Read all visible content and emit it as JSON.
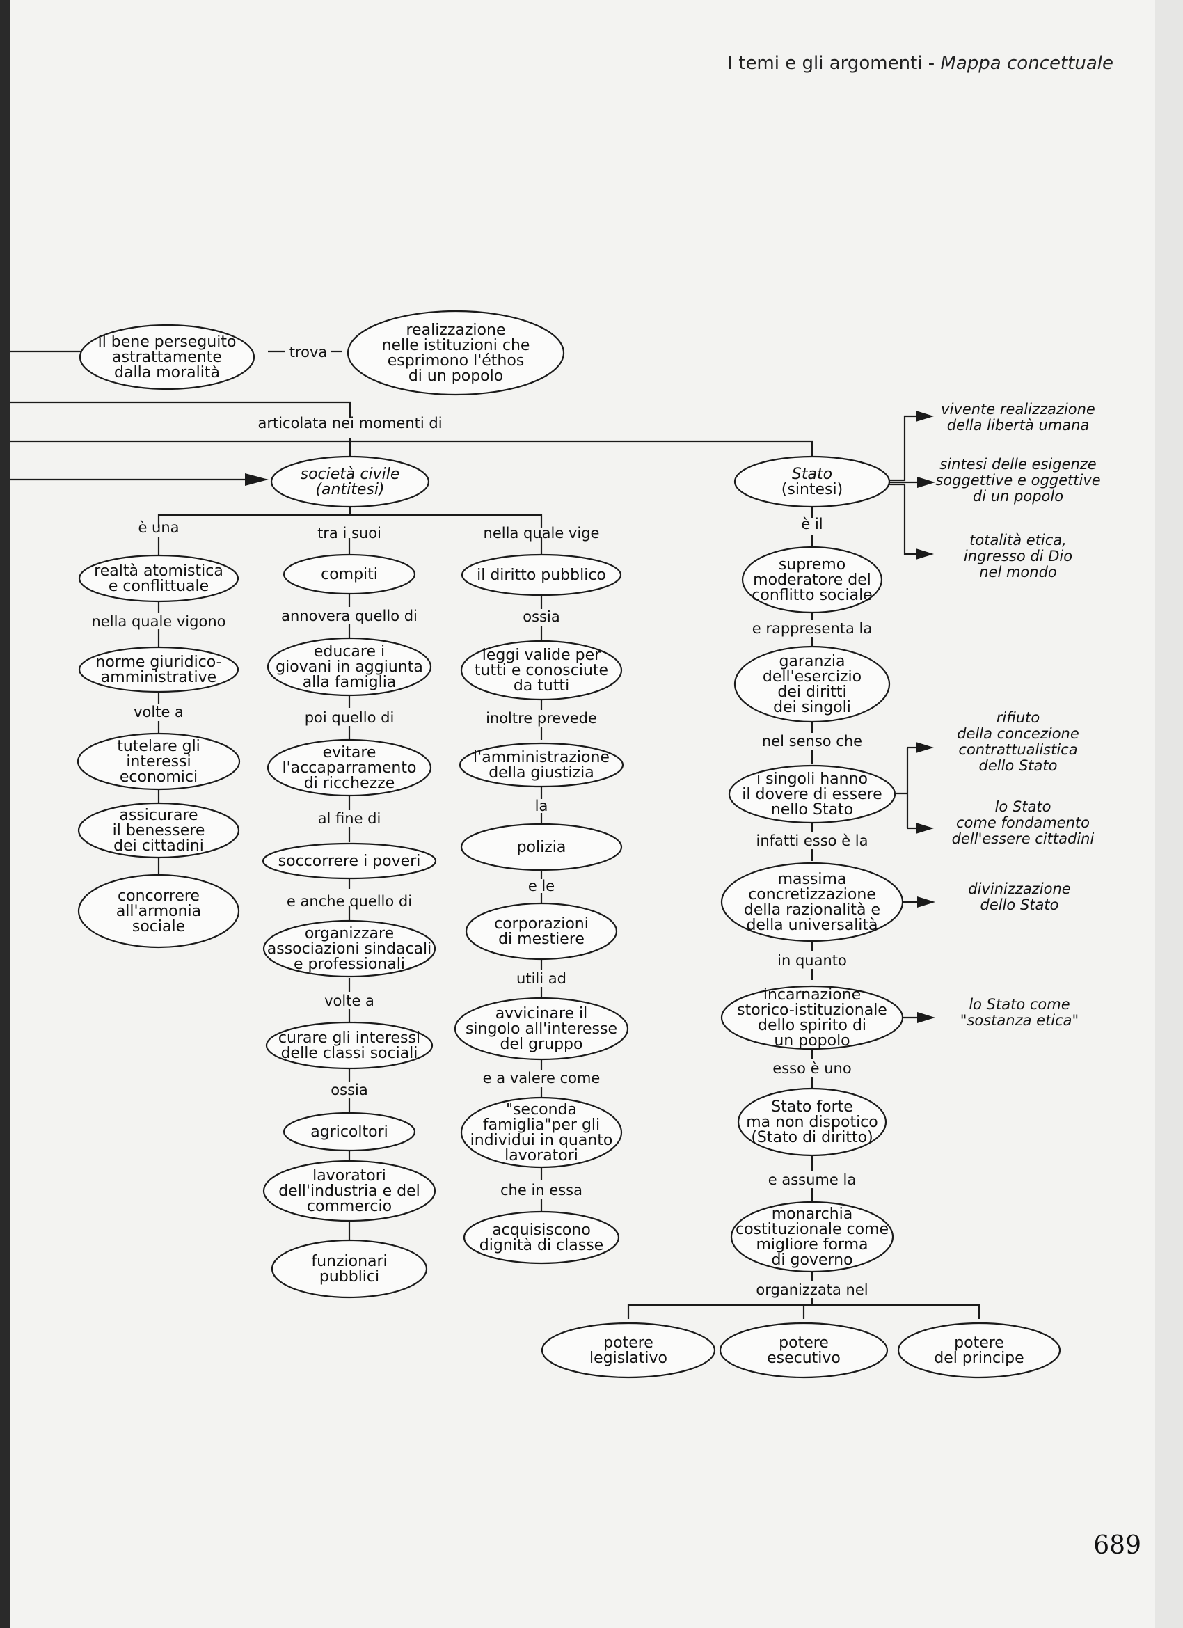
{
  "header": {
    "section": "I temi e gli argomenti - ",
    "section_italic": "Mappa concettuale"
  },
  "page_number": "689",
  "nodes": {
    "bene": [
      "il bene perseguito",
      "astrattamente",
      "dalla moralità"
    ],
    "realizzazione": [
      "realizzazione",
      "nelle istituzioni che",
      "esprimono l'éthos",
      "di un popolo"
    ],
    "societa": [
      "società civile",
      "(antitesi)"
    ],
    "stato": [
      "Stato",
      "(sintesi)"
    ],
    "realta": [
      "realtà atomistica",
      "e conflittuale"
    ],
    "norme": [
      "norme giuridico-",
      "amministrative"
    ],
    "tutelare": [
      "tutelare gli",
      "interessi",
      "economici"
    ],
    "assicurare": [
      "assicurare",
      "il benessere",
      "dei cittadini"
    ],
    "concorrere": [
      "concorrere",
      "all'armonia",
      "sociale"
    ],
    "compiti": [
      "compiti"
    ],
    "educare": [
      "educare i",
      "giovani in aggiunta",
      "alla famiglia"
    ],
    "evitare": [
      "evitare",
      "l'accaparramento",
      "di ricchezze"
    ],
    "soccorrere": [
      "soccorrere i poveri"
    ],
    "organizzare": [
      "organizzare",
      "associazioni sindacali",
      "e professionali"
    ],
    "curare": [
      "curare gli interessi",
      "delle classi sociali"
    ],
    "agricoltori": [
      "agricoltori"
    ],
    "lavoratori": [
      "lavoratori",
      "dell'industria e del",
      "commercio"
    ],
    "funzionari": [
      "funzionari",
      "pubblici"
    ],
    "diritto": [
      "il diritto pubblico"
    ],
    "leggi": [
      "leggi valide per",
      "tutti e conosciute",
      "da tutti"
    ],
    "amministrazione": [
      "l'amministrazione",
      "della giustizia"
    ],
    "polizia": [
      "polizia"
    ],
    "corporazioni": [
      "corporazioni",
      "di mestiere"
    ],
    "avvicinare": [
      "avvicinare il",
      "singolo all'interesse",
      "del gruppo"
    ],
    "seconda": [
      "\"seconda",
      "famiglia\"per gli",
      "individui in quanto",
      "lavoratori"
    ],
    "acquisiscono": [
      "acquisiscono",
      "dignità di classe"
    ],
    "supremo": [
      "supremo",
      "moderatore del",
      "conflitto sociale"
    ],
    "garanzia": [
      "garanzia",
      "dell'esercizio",
      "dei diritti",
      "dei singoli"
    ],
    "singoli": [
      "i singoli hanno",
      "il dovere di essere",
      "nello Stato"
    ],
    "massima": [
      "massima",
      "concretizzazione",
      "della razionalità e",
      "della universalità"
    ],
    "incarnazione": [
      "incarnazione",
      "storico-istituzionale",
      "dello spirito di",
      "un popolo"
    ],
    "forte": [
      "Stato forte",
      "ma non dispotico",
      "(Stato di diritto)"
    ],
    "monarchia": [
      "monarchia",
      "costituzionale come",
      "migliore forma",
      "di governo"
    ],
    "legislativo": [
      "potere",
      "legislativo"
    ],
    "esecutivo": [
      "potere",
      "esecutivo"
    ],
    "principe": [
      "potere",
      "del principe"
    ]
  },
  "connectors": {
    "trova": "trova",
    "articolata": "articolata nei momenti di",
    "e_una": "è una",
    "tra_i_suoi": "tra i suoi",
    "nella_quale_vige": "nella quale vige",
    "e_il": [
      "è il"
    ],
    "nella_quale_vigono": "nella quale vigono",
    "volte_a_1": "volte a",
    "annovera": "annovera quello di",
    "poi": "poi quello di",
    "al_fine": "al fine di",
    "e_anche": "e anche quello di",
    "volte_a_2": "volte a",
    "ossia_1": "ossia",
    "ossia_2": "ossia",
    "inoltre": "inoltre prevede",
    "la": "la",
    "e_le": "e le",
    "utili": "utili ad",
    "e_a_valere": "e a valere come",
    "che_in_essa": "che in essa",
    "e_rappresenta": "e rappresenta la",
    "nel_senso": "nel senso che",
    "infatti": "infatti esso è la",
    "in_quanto": "in quanto",
    "esso_e_uno": "esso è uno",
    "e_assume": "e assume la",
    "organizzata": "organizzata nel"
  },
  "side_notes": {
    "vivente": [
      "vivente realizzazione",
      "della libertà umana"
    ],
    "sintesi": [
      "sintesi delle esigenze",
      "soggettive e oggettive",
      "di un popolo"
    ],
    "totalita": [
      "totalità etica,",
      "ingresso di Dio",
      "nel mondo"
    ],
    "rifiuto": [
      "rifiuto",
      "della concezione",
      "contrattualistica",
      "dello Stato"
    ],
    "fondamento": [
      "lo Stato",
      "come fondamento",
      "dell'essere cittadini"
    ],
    "divinizzazione": [
      "divinizzazione",
      "dello Stato"
    ],
    "sostanza": [
      "lo Stato come",
      "\"sostanza etica\""
    ]
  }
}
